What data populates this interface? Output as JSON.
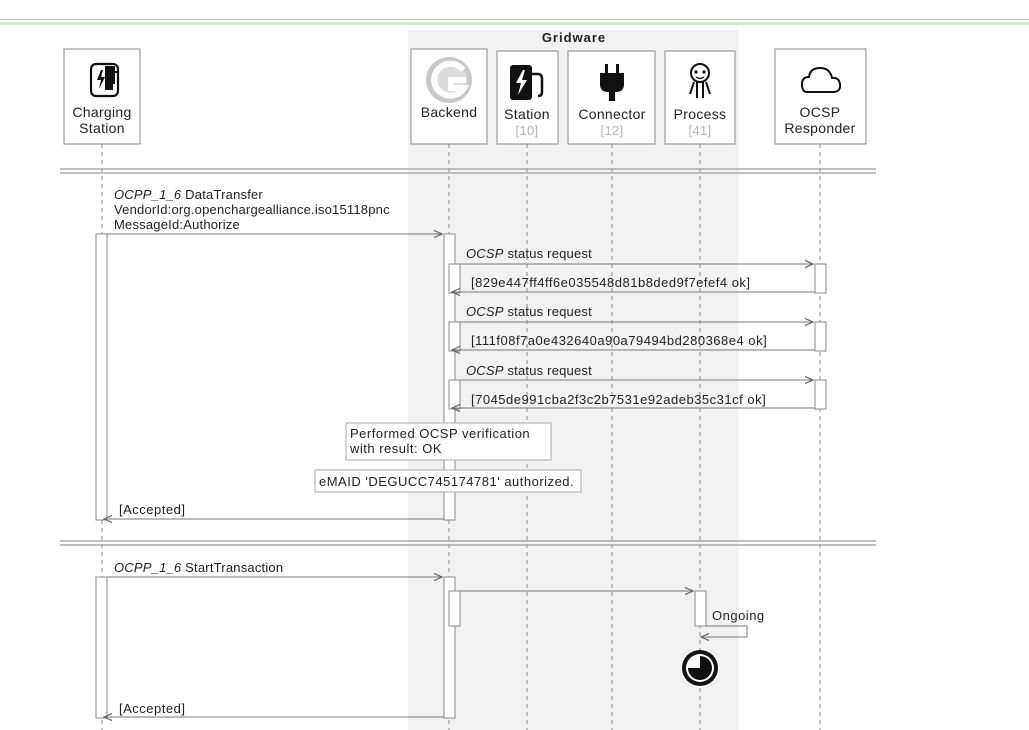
{
  "group": {
    "title": "Gridware"
  },
  "participants": [
    {
      "label_lines": [
        "Charging",
        "Station"
      ],
      "icon": "fuel-charger-icon"
    },
    {
      "label_lines": [
        "Backend"
      ],
      "icon": "gridware-logo-icon"
    },
    {
      "label_lines": [
        "Station"
      ],
      "index": "[10]",
      "icon": "charging-station-icon"
    },
    {
      "label_lines": [
        "Connector"
      ],
      "index": "[12]",
      "icon": "plug-icon"
    },
    {
      "label_lines": [
        "Process"
      ],
      "index": "[41]",
      "icon": "process-icon"
    },
    {
      "label_lines": [
        "OCSP",
        "Responder"
      ],
      "icon": "cloud-icon"
    }
  ],
  "section1": {
    "request": {
      "prefix": "OCPP_1_6",
      "lines": [
        " DataTransfer",
        "VendorId:org.openchargealliance.iso15118pnc",
        "MessageId:Authorize"
      ]
    },
    "ocsp": [
      {
        "prefix": "OCSP",
        "request": " status request",
        "response": "[829e447ff4ff6e035548d81b8ded9f7efef4 ok]"
      },
      {
        "prefix": "OCSP",
        "request": " status request",
        "response": "[111f08f7a0e432640a90a79494bd280368e4 ok]"
      },
      {
        "prefix": "OCSP",
        "request": " status request",
        "response": "[7045de991cba2f3c2b7531e92adeb35c31cf ok]"
      }
    ],
    "note1_lines": [
      "Performed OCSP verification",
      "with result: OK"
    ],
    "note2": "eMAID 'DEGUCC745174781' authorized.",
    "reply": "[Accepted]"
  },
  "section2": {
    "request": {
      "prefix": "OCPP_1_6",
      "text": " StartTransaction"
    },
    "self_message": "Ongoing",
    "status_icon": "clock-icon",
    "reply": "[Accepted]"
  },
  "colors": {
    "group_bg": "#f2f2f2",
    "line": "#777777",
    "box_border": "#888888",
    "accent_bar": "#cfe6cf"
  }
}
